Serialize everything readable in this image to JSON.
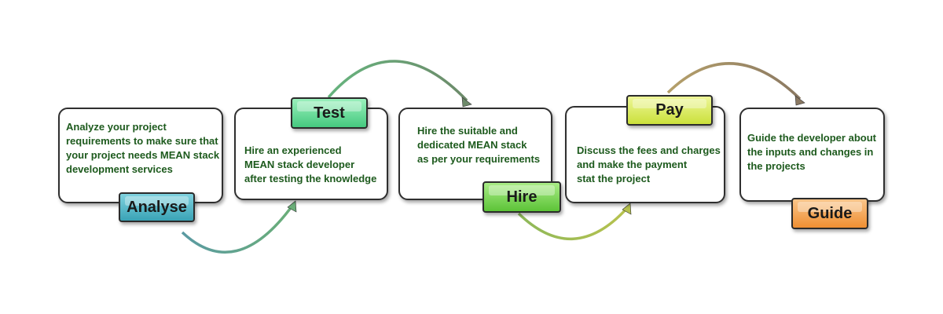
{
  "colors": {
    "text": "#1d5a1d",
    "analyse": "#4fb8c9",
    "test": "#5fdc94",
    "hire": "#78d655",
    "pay": "#d8ee55",
    "guide": "#f4a34e",
    "arrow": "#8b8c78"
  },
  "steps": [
    {
      "label": "Analyse",
      "text": "Analyze your project\nrequirements to make sure that\nyour project needs MEAN stack\ndevelopment services"
    },
    {
      "label": "Test",
      "text": "Hire an experienced\nMEAN stack developer\nafter testing the knowledge"
    },
    {
      "label": "Hire",
      "text": "Hire the suitable and\ndedicated MEAN stack\nas per your requirements"
    },
    {
      "label": "Pay",
      "text": "Discuss the fees and charges\nand make the payment\nstat the project"
    },
    {
      "label": "Guide",
      "text": "Guide the developer about\nthe inputs and changes in\nthe projects"
    }
  ]
}
